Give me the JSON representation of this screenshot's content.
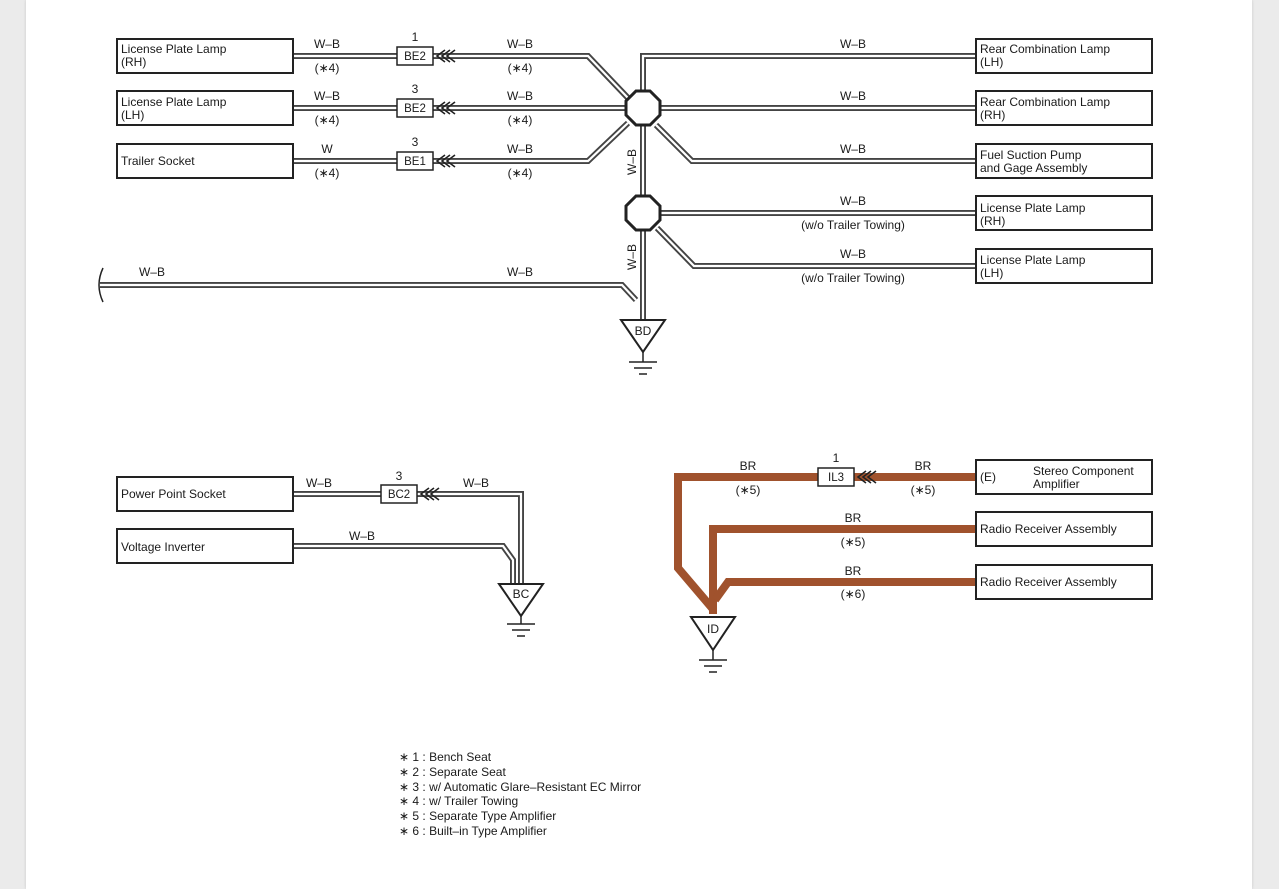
{
  "colors": {
    "wire_wb": "#444444",
    "wire_br": "#a0522d",
    "page_bg": "#ffffff",
    "outer_bg": "#ebebeb"
  },
  "components": {
    "lic_rh_left": [
      "License Plate Lamp",
      "(RH)"
    ],
    "lic_lh_left": [
      "License Plate Lamp",
      "(LH)"
    ],
    "trailer_socket": [
      "Trailer Socket"
    ],
    "rear_comb_lh": [
      "Rear Combination Lamp",
      "(LH)"
    ],
    "rear_comb_rh": [
      "Rear Combination Lamp",
      "(RH)"
    ],
    "fuel_pump": [
      "Fuel Suction Pump",
      "and Gage Assembly"
    ],
    "lic_rh_right": [
      "License Plate Lamp",
      "(RH)"
    ],
    "lic_lh_right": [
      "License Plate Lamp",
      "(LH)"
    ],
    "power_point": [
      "Power Point Socket"
    ],
    "voltage_inverter": [
      "Voltage Inverter"
    ],
    "stereo_amp_pin": "(E)",
    "stereo_amp": [
      "Stereo Component",
      "Amplifier"
    ],
    "radio_1": [
      "Radio Receiver Assembly"
    ],
    "radio_2": [
      "Radio Receiver Assembly"
    ]
  },
  "connectors": {
    "be2_a": {
      "name": "BE2",
      "pin": "1"
    },
    "be2_b": {
      "name": "BE2",
      "pin": "3"
    },
    "be1": {
      "name": "BE1",
      "pin": "3"
    },
    "bc2": {
      "name": "BC2",
      "pin": "3"
    },
    "il3": {
      "name": "IL3",
      "pin": "1"
    }
  },
  "grounds": {
    "bd": "BD",
    "bc": "BC",
    "id": "ID"
  },
  "wire_labels": {
    "wb": "W–B",
    "w": "W",
    "br": "BR",
    "note4": "(∗4)",
    "note5": "(∗5)",
    "note6": "(∗6)",
    "wo_trailer": "(w/o Trailer Towing)"
  },
  "notes": [
    "∗ 1 : Bench Seat",
    "∗ 2 : Separate Seat",
    "∗ 3 : w/ Automatic Glare–Resistant EC Mirror",
    "∗ 4 : w/ Trailer Towing",
    "∗ 5 : Separate Type Amplifier",
    "∗ 6 : Built–in Type Amplifier"
  ]
}
